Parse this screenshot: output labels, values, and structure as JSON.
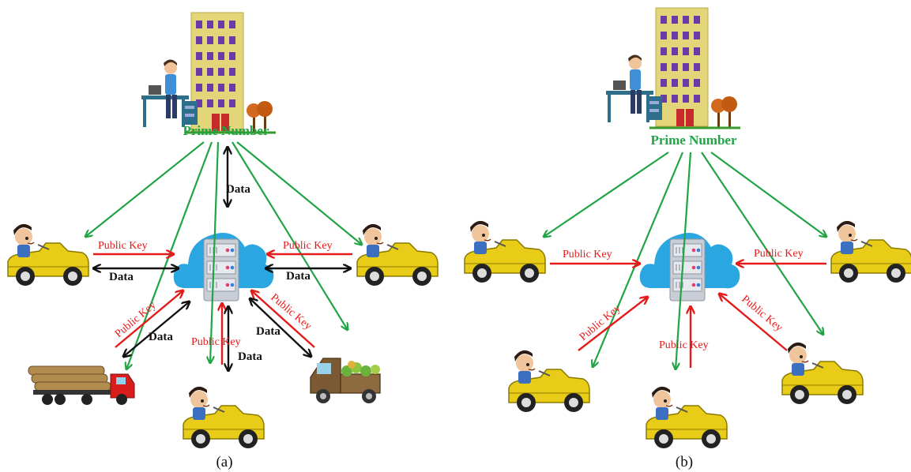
{
  "panels": [
    {
      "caption": "(a)",
      "server_label": "Prime Number",
      "key_label": "Public Key",
      "data_label": "Data"
    },
    {
      "caption": "(b)",
      "server_label": "Prime Number",
      "key_label": "Public Key"
    }
  ],
  "colors": {
    "prime_arrow": "#22a446",
    "key_arrow": "#e31b1b",
    "data_arrow": "#111111",
    "cloud": "#2aa7e0",
    "car_body": "#e8cc18",
    "building": "#e3d67a",
    "window": "#6a3aa6"
  },
  "icons": [
    "office-building-icon",
    "office-worker-icon",
    "tree-icon",
    "cloud-server-icon",
    "driver-car-icon",
    "log-truck-icon",
    "produce-truck-icon"
  ]
}
